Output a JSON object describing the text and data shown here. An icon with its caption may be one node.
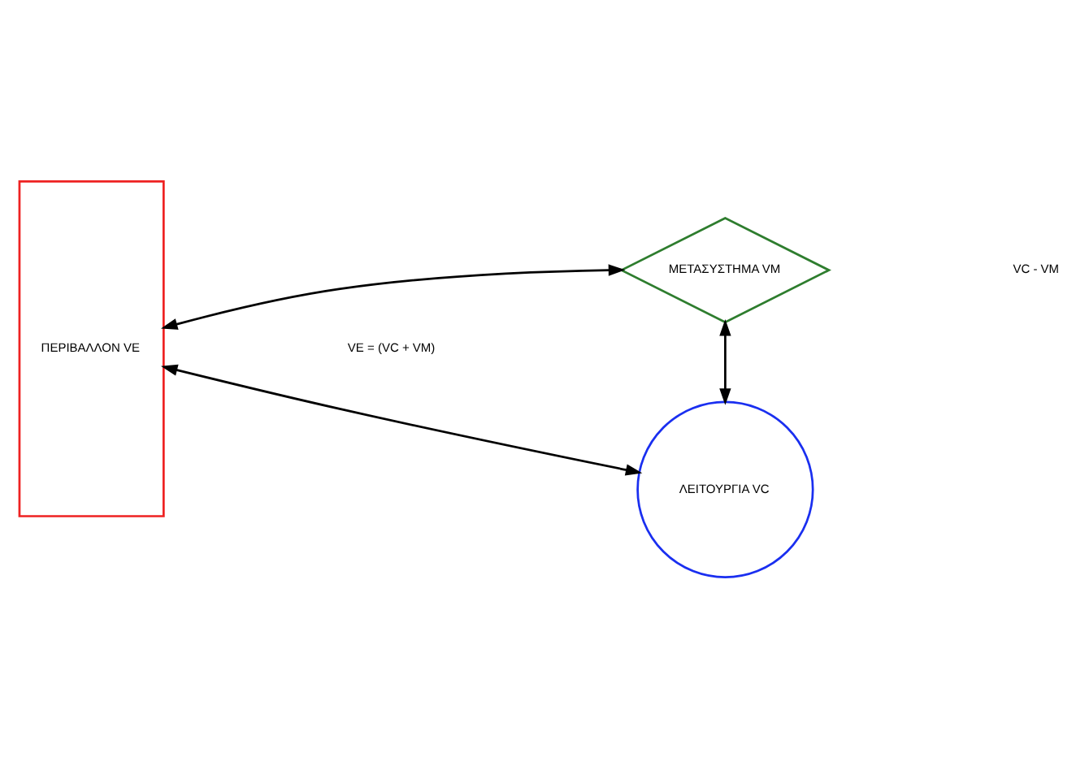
{
  "diagram": {
    "nodes": [
      {
        "text": [
          "ΠΕΡΙΒΑΛΛΟΝ VE"
        ]
      },
      {
        "text": [
          "ΜΕΤΑΣΥΣΤΗΜΑ VM"
        ]
      },
      {
        "text": [
          "ΛΕΙΤΟΥΡΓΙΑ VC"
        ]
      }
    ],
    "edges": [
      {
        "from": 0,
        "to": 1,
        "arrow": "both"
      },
      {
        "from": 0,
        "to": 2,
        "arrow": "both"
      },
      {
        "from": 1,
        "to": 2,
        "arrow": "both"
      }
    ],
    "labels": [
      "VE = (VC + VM)",
      "VC - VM"
    ]
  }
}
